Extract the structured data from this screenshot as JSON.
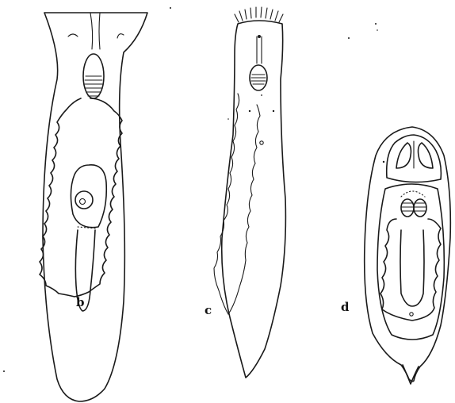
{
  "figure": {
    "specimens": [
      {
        "id": "b",
        "label": "b"
      },
      {
        "id": "c",
        "label": "c"
      },
      {
        "id": "d",
        "label": "d"
      }
    ]
  },
  "colors": {
    "ink": "#1a1a1a",
    "paper": "#ffffff"
  }
}
